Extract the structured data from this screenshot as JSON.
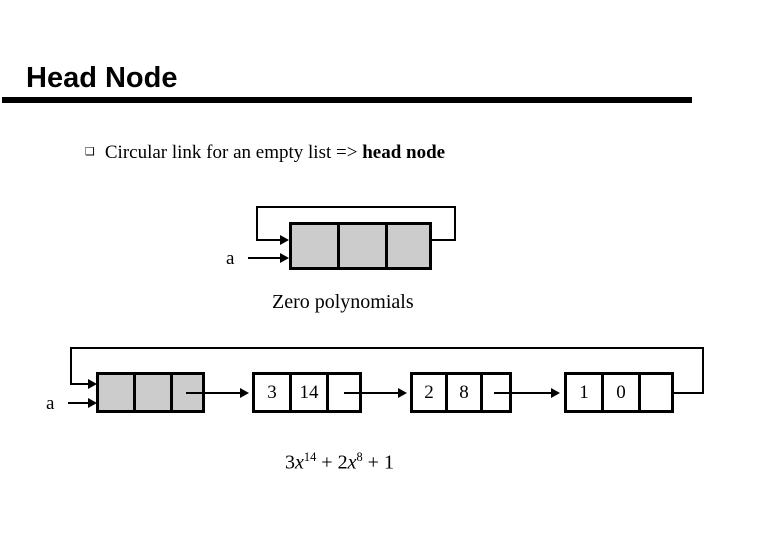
{
  "slide": {
    "title": "Head Node",
    "bullet": {
      "marker": "square-bullet",
      "marker_glyph": "❑",
      "text_plain": "Circular link for an empty list => head node",
      "text_lead": "Circular link for an empty list => ",
      "text_emphasis": "head node"
    }
  },
  "diagram_empty": {
    "pointer_label": "a",
    "caption": "Zero polynomials",
    "head_node": {
      "type": "head-node",
      "fill_color": "#cccccc",
      "cells": [
        "",
        "",
        ""
      ]
    },
    "self_link": "circular-link-to-self"
  },
  "diagram_poly": {
    "pointer_label": "a",
    "head_node": {
      "type": "head-node",
      "fill_color": "#cccccc",
      "cells": [
        "",
        "",
        ""
      ]
    },
    "nodes": [
      {
        "coef": "3",
        "exp": "14",
        "link": ""
      },
      {
        "coef": "2",
        "exp": "8",
        "link": ""
      },
      {
        "coef": "1",
        "exp": "0",
        "link": ""
      }
    ],
    "formula": {
      "terms": [
        {
          "coef": "3",
          "var": "x",
          "exp": "14"
        },
        {
          "coef": "2",
          "var": "x",
          "exp": "8"
        },
        {
          "coef": "1",
          "var": "",
          "exp": ""
        }
      ],
      "plain": "3x14 + 2x8 + 1",
      "t1_coef": "3",
      "t1_var": "x",
      "t1_exp": "14",
      "op1": "+",
      "t2_coef": "2",
      "t2_var": "x",
      "t2_exp": "8",
      "op2": "+",
      "t3_coef": "1"
    },
    "circular_link": "circular-link-back-to-head"
  },
  "colors": {
    "ink": "#000000",
    "node_fill": "#cccccc",
    "background": "#ffffff"
  }
}
